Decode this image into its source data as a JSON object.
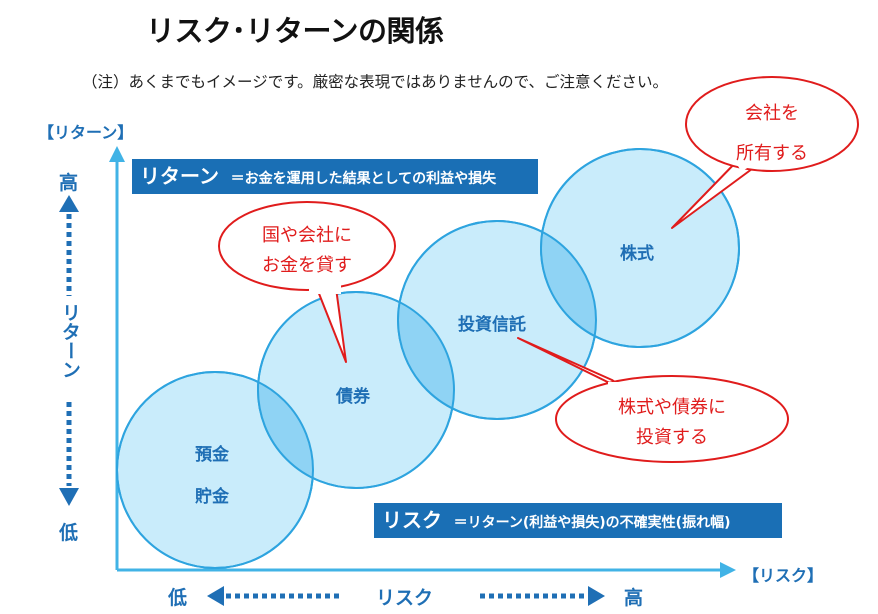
{
  "title": "リスク･リターンの関係",
  "note": "（注）あくまでもイメージです。厳密な表現ではありませんので、ご注意ください。",
  "y_axis": {
    "label": "【リターン】",
    "high": "高",
    "middle": "リターン",
    "low": "低"
  },
  "x_axis": {
    "label": "【リスク】",
    "low": "低",
    "middle": "リスク",
    "high": "高"
  },
  "return_definition": {
    "term": "リターン",
    "text": "＝お金を運用した結果としての利益や損失"
  },
  "risk_definition": {
    "term": "リスク",
    "text": "＝リターン(利益や損失)の不確実性(振れ幅)"
  },
  "circles": {
    "deposit": {
      "line1": "預金",
      "line2": "貯金"
    },
    "bond": {
      "label": "債券"
    },
    "trust": {
      "label": "投資信託"
    },
    "stock": {
      "label": "株式"
    }
  },
  "callouts": {
    "bond": {
      "line1": "国や会社に",
      "line2": "お金を貸す"
    },
    "trust": {
      "line1": "株式や債券に",
      "line2": "投資する"
    },
    "stock": {
      "line1": "会社を",
      "line2": "所有する"
    }
  },
  "colors": {
    "axis": "#41b3e6",
    "circle_fill": "#c9ecfb",
    "circle_overlap": "#8fd3f4",
    "circle_stroke": "#2ea4df",
    "label_blue": "#1f6fb5",
    "banner": "#1a6fb5",
    "callout_red": "#e01c1c"
  }
}
